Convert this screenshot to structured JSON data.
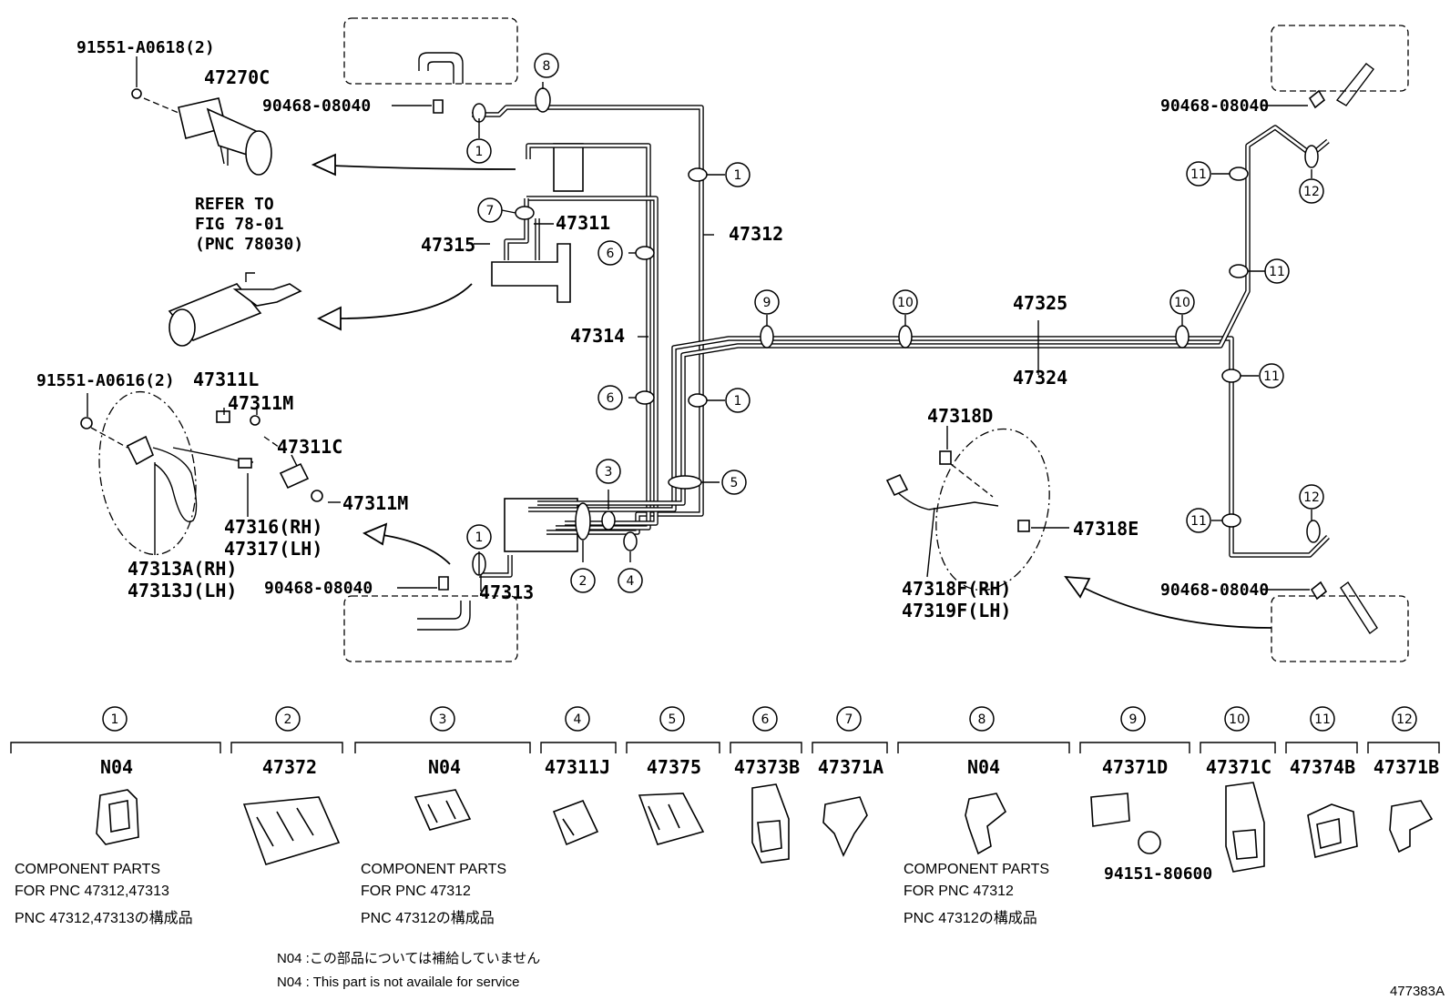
{
  "diagram_id": "477383A",
  "main_labels": {
    "bolt_top": "91551-A0618(2)",
    "master_cyl": "47270C",
    "union_top": "90468-08040",
    "refer_line1": "REFER TO",
    "refer_line2": "FIG 78-01",
    "refer_line3": "(PNC 78030)",
    "p47311": "47311",
    "p47315": "47315",
    "p47312": "47312",
    "p47314": "47314",
    "bolt_mid": "91551-A0616(2)",
    "p47311L": "47311L",
    "p47311M_a": "47311M",
    "p47311C": "47311C",
    "p47311M_b": "47311M",
    "p47316": "47316(RH)",
    "p47317": "47317(LH)",
    "p47313A": "47313A(RH)",
    "p47313J": "47313J(LH)",
    "union_bottom": "90468-08040",
    "p47313": "47313",
    "p47325": "47325",
    "p47324": "47324",
    "p47318D": "47318D",
    "p47318E": "47318E",
    "p47318F": "47318F(RH)",
    "p47319F": "47319F(LH)",
    "union_right_top": "90468-08040",
    "union_right_bottom": "90468-08040"
  },
  "callout_numbers": [
    "1",
    "2",
    "3",
    "4",
    "5",
    "6",
    "7",
    "8",
    "9",
    "10",
    "11",
    "12"
  ],
  "legend": [
    {
      "num": "1",
      "part": "N04"
    },
    {
      "num": "2",
      "part": "47372"
    },
    {
      "num": "3",
      "part": "N04"
    },
    {
      "num": "4",
      "part": "47311J"
    },
    {
      "num": "5",
      "part": "47375"
    },
    {
      "num": "6",
      "part": "47373B"
    },
    {
      "num": "7",
      "part": "47371A"
    },
    {
      "num": "8",
      "part": "N04"
    },
    {
      "num": "9",
      "part": "47371D"
    },
    {
      "num": "10",
      "part": "47371C"
    },
    {
      "num": "11",
      "part": "47374B"
    },
    {
      "num": "12",
      "part": "47371B"
    }
  ],
  "legend_extra": {
    "nut_9": "94151-80600"
  },
  "notes": {
    "n1_line1": "COMPONENT PARTS",
    "n1_line2": "FOR PNC 47312,47313",
    "n1_line3": "PNC 47312,47313の構成品",
    "n3_line1": "COMPONENT PARTS",
    "n3_line2": "FOR PNC 47312",
    "n3_line3": "PNC 47312の構成品",
    "n8_line1": "COMPONENT PARTS",
    "n8_line2": "FOR PNC 47312",
    "n8_line3": "PNC 47312の構成品"
  },
  "footnotes": {
    "jp": "N04 :この部品については補給していません",
    "en": "N04 : This part is not availale for service"
  }
}
